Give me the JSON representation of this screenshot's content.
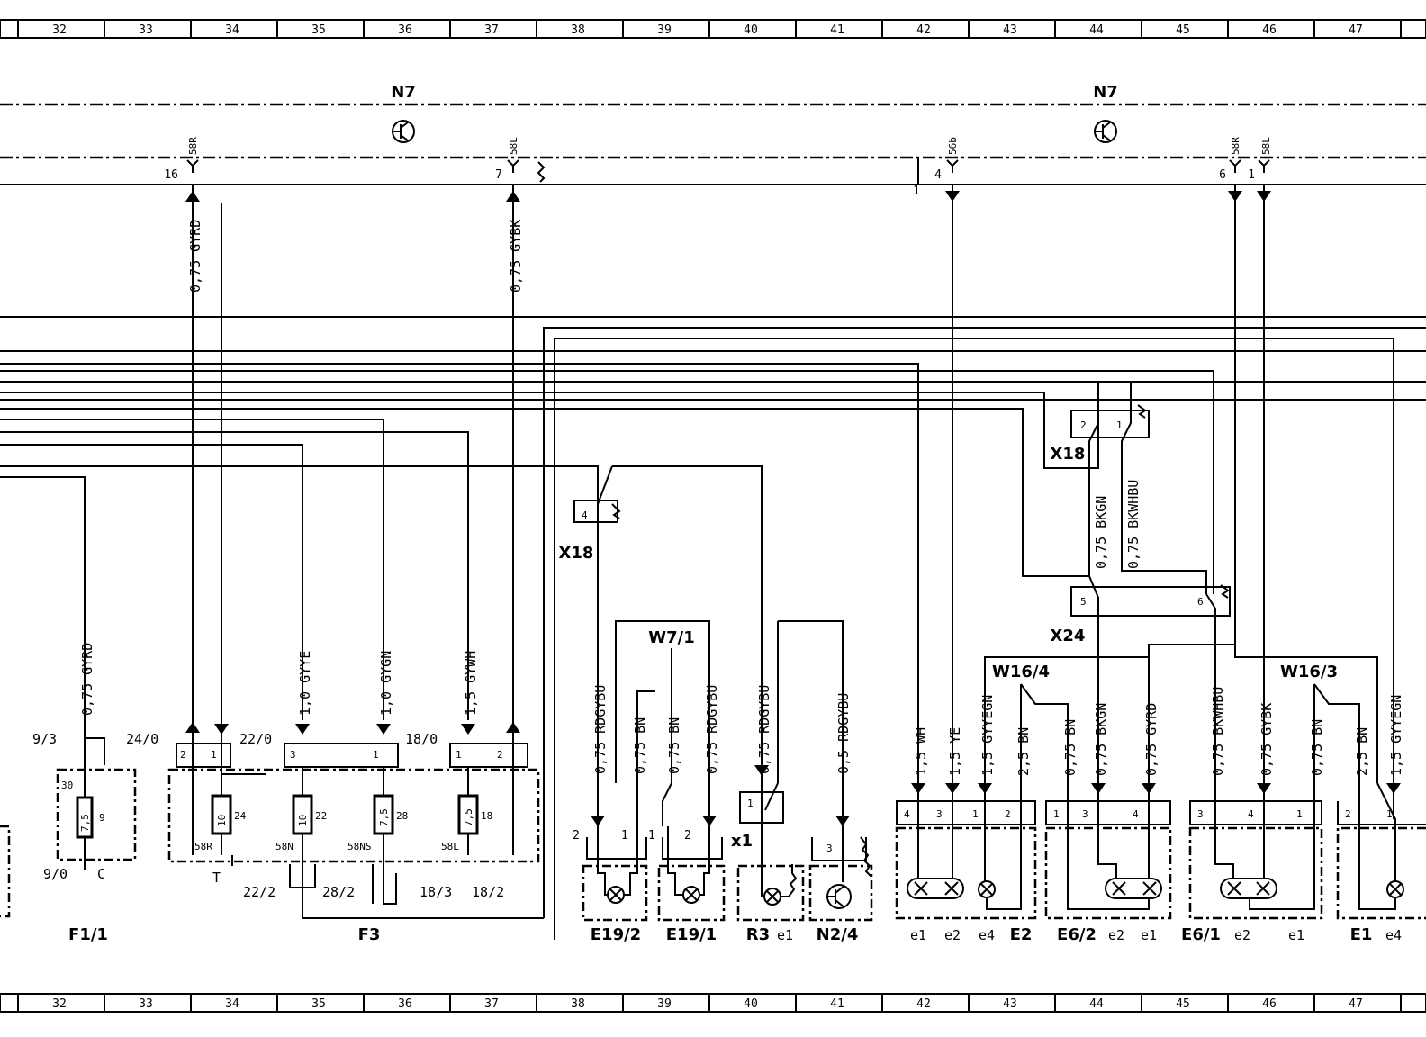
{
  "ruler": {
    "top": [
      "32",
      "33",
      "34",
      "35",
      "36",
      "37",
      "38",
      "39",
      "40",
      "41",
      "42",
      "43",
      "44",
      "45",
      "46",
      "47"
    ],
    "bottom": [
      "32",
      "33",
      "34",
      "35",
      "36",
      "37",
      "38",
      "39",
      "40",
      "41",
      "42",
      "43",
      "44",
      "45",
      "46",
      "47"
    ]
  },
  "modules": {
    "n7_left": "N7",
    "n7_right": "N7",
    "x18_left": "X18",
    "x18_right": "X18",
    "x24": "X24",
    "w7_1": "W7/1",
    "w16_4": "W16/4",
    "w16_3": "W16/3",
    "x1": "x1"
  },
  "n7_pins": {
    "p16": "16",
    "p16_sig": "58R",
    "p7": "7",
    "p7_sig": "58L",
    "p1": "1",
    "p4": "4",
    "p4_sig": "56b",
    "p6": "6",
    "p6_sig": "58R",
    "p1b": "1",
    "p1b_sig": "58L"
  },
  "wires": {
    "gyrd_top": "0,75 GYRD",
    "gybk_top": "0,75 GYBK",
    "f1_gyrd": "0,75 GYRD",
    "f3_gyye": "1,0 GYYE",
    "f3_gygn": "1,0 GYGN",
    "f3_gywh": "1,5 GYWH",
    "e19_rdgybu1": "0,75 RDGYBU",
    "e19_bn1": "0,75 BN",
    "e19_bn2": "0,75 BN",
    "e19_rdgybu2": "0,75 RDGYBU",
    "r3_rdgybu": "0,75 RDGYBU",
    "n24_rdgybu": "0,5 RDGYBU",
    "x24_bkgn": "0,75 BKGN",
    "x24_bkwhbu": "0,75 BKWHBU",
    "e2_wh": "1,5 WH",
    "e2_ye": "1,5 YE",
    "e2_gyyegn": "1,5 GYYEGN",
    "e2_bn": "2,5 BN",
    "e62_bn": "0,75 BN",
    "e62_bkgn": "0,75 BKGN",
    "e62_gyrd": "0,75 GYRD",
    "e61_bkwhbu": "0,75 BKWHBU",
    "e61_gybk": "0,75 GYBK",
    "e61_bn": "0,75 BN",
    "e1_bn": "2,5 BN",
    "e1_gyyegn": "1,5 GYYEGN"
  },
  "fuses": {
    "f1_label": "F1/1",
    "f1_in": "9/3",
    "f1_out": "9/0",
    "f1_c": "C",
    "f1_pin30": "30",
    "f1_rating": "7,5",
    "f1_num": "9",
    "f3_label": "F3",
    "f3_240": "24/0",
    "f3_220": "22/0",
    "f3_180": "18/0",
    "f3_222": "22/2",
    "f3_282": "28/2",
    "f3_183": "18/3",
    "f3_182": "18/2",
    "f3_t": "T",
    "fuse24_rating": "10",
    "fuse24_num": "24",
    "fuse24_sig": "58R",
    "fuse22_rating": "10",
    "fuse22_num": "22",
    "fuse22_sig": "58N",
    "fuse28_rating": "7,5",
    "fuse28_num": "28",
    "fuse28_sig": "58NS",
    "fuse18_rating": "7,5",
    "fuse18_num": "18",
    "fuse18_sig": "58L",
    "pin2": "2",
    "pin1": "1",
    "pin3": "3",
    "pin1b": "1",
    "pin1c": "1",
    "pin2b": "2"
  },
  "components": {
    "e19_2": "E19/2",
    "e19_1": "E19/1",
    "r3": "R3",
    "r3_e1": "e1",
    "n2_4": "N2/4",
    "e2": "E2",
    "e6_2": "E6/2",
    "e6_1": "E6/1",
    "e1": "E1"
  },
  "connector_pins": {
    "x18l_4": "4",
    "x18r_2": "2",
    "x18r_1": "1",
    "x24_5": "5",
    "x24_6": "6",
    "e192_2": "2",
    "e192_1": "1",
    "e191_1": "1",
    "e191_2": "2",
    "r3_1": "1",
    "n24_3": "3",
    "e2_4": "4",
    "e2_3": "3",
    "e2_1": "1",
    "e2_2": "2",
    "e62_1": "1",
    "e62_3": "3",
    "e62_4": "4",
    "e61_3": "3",
    "e61_4": "4",
    "e61_1": "1",
    "e1_2": "2",
    "e1_1": "1"
  },
  "bulb_labels": {
    "e2_e1": "e1",
    "e2_e2": "e2",
    "e2_e4": "e4",
    "e62_e2": "e2",
    "e62_e1": "e1",
    "e61_e2": "e2",
    "e61_e1": "e1",
    "e1_e4": "e4"
  }
}
